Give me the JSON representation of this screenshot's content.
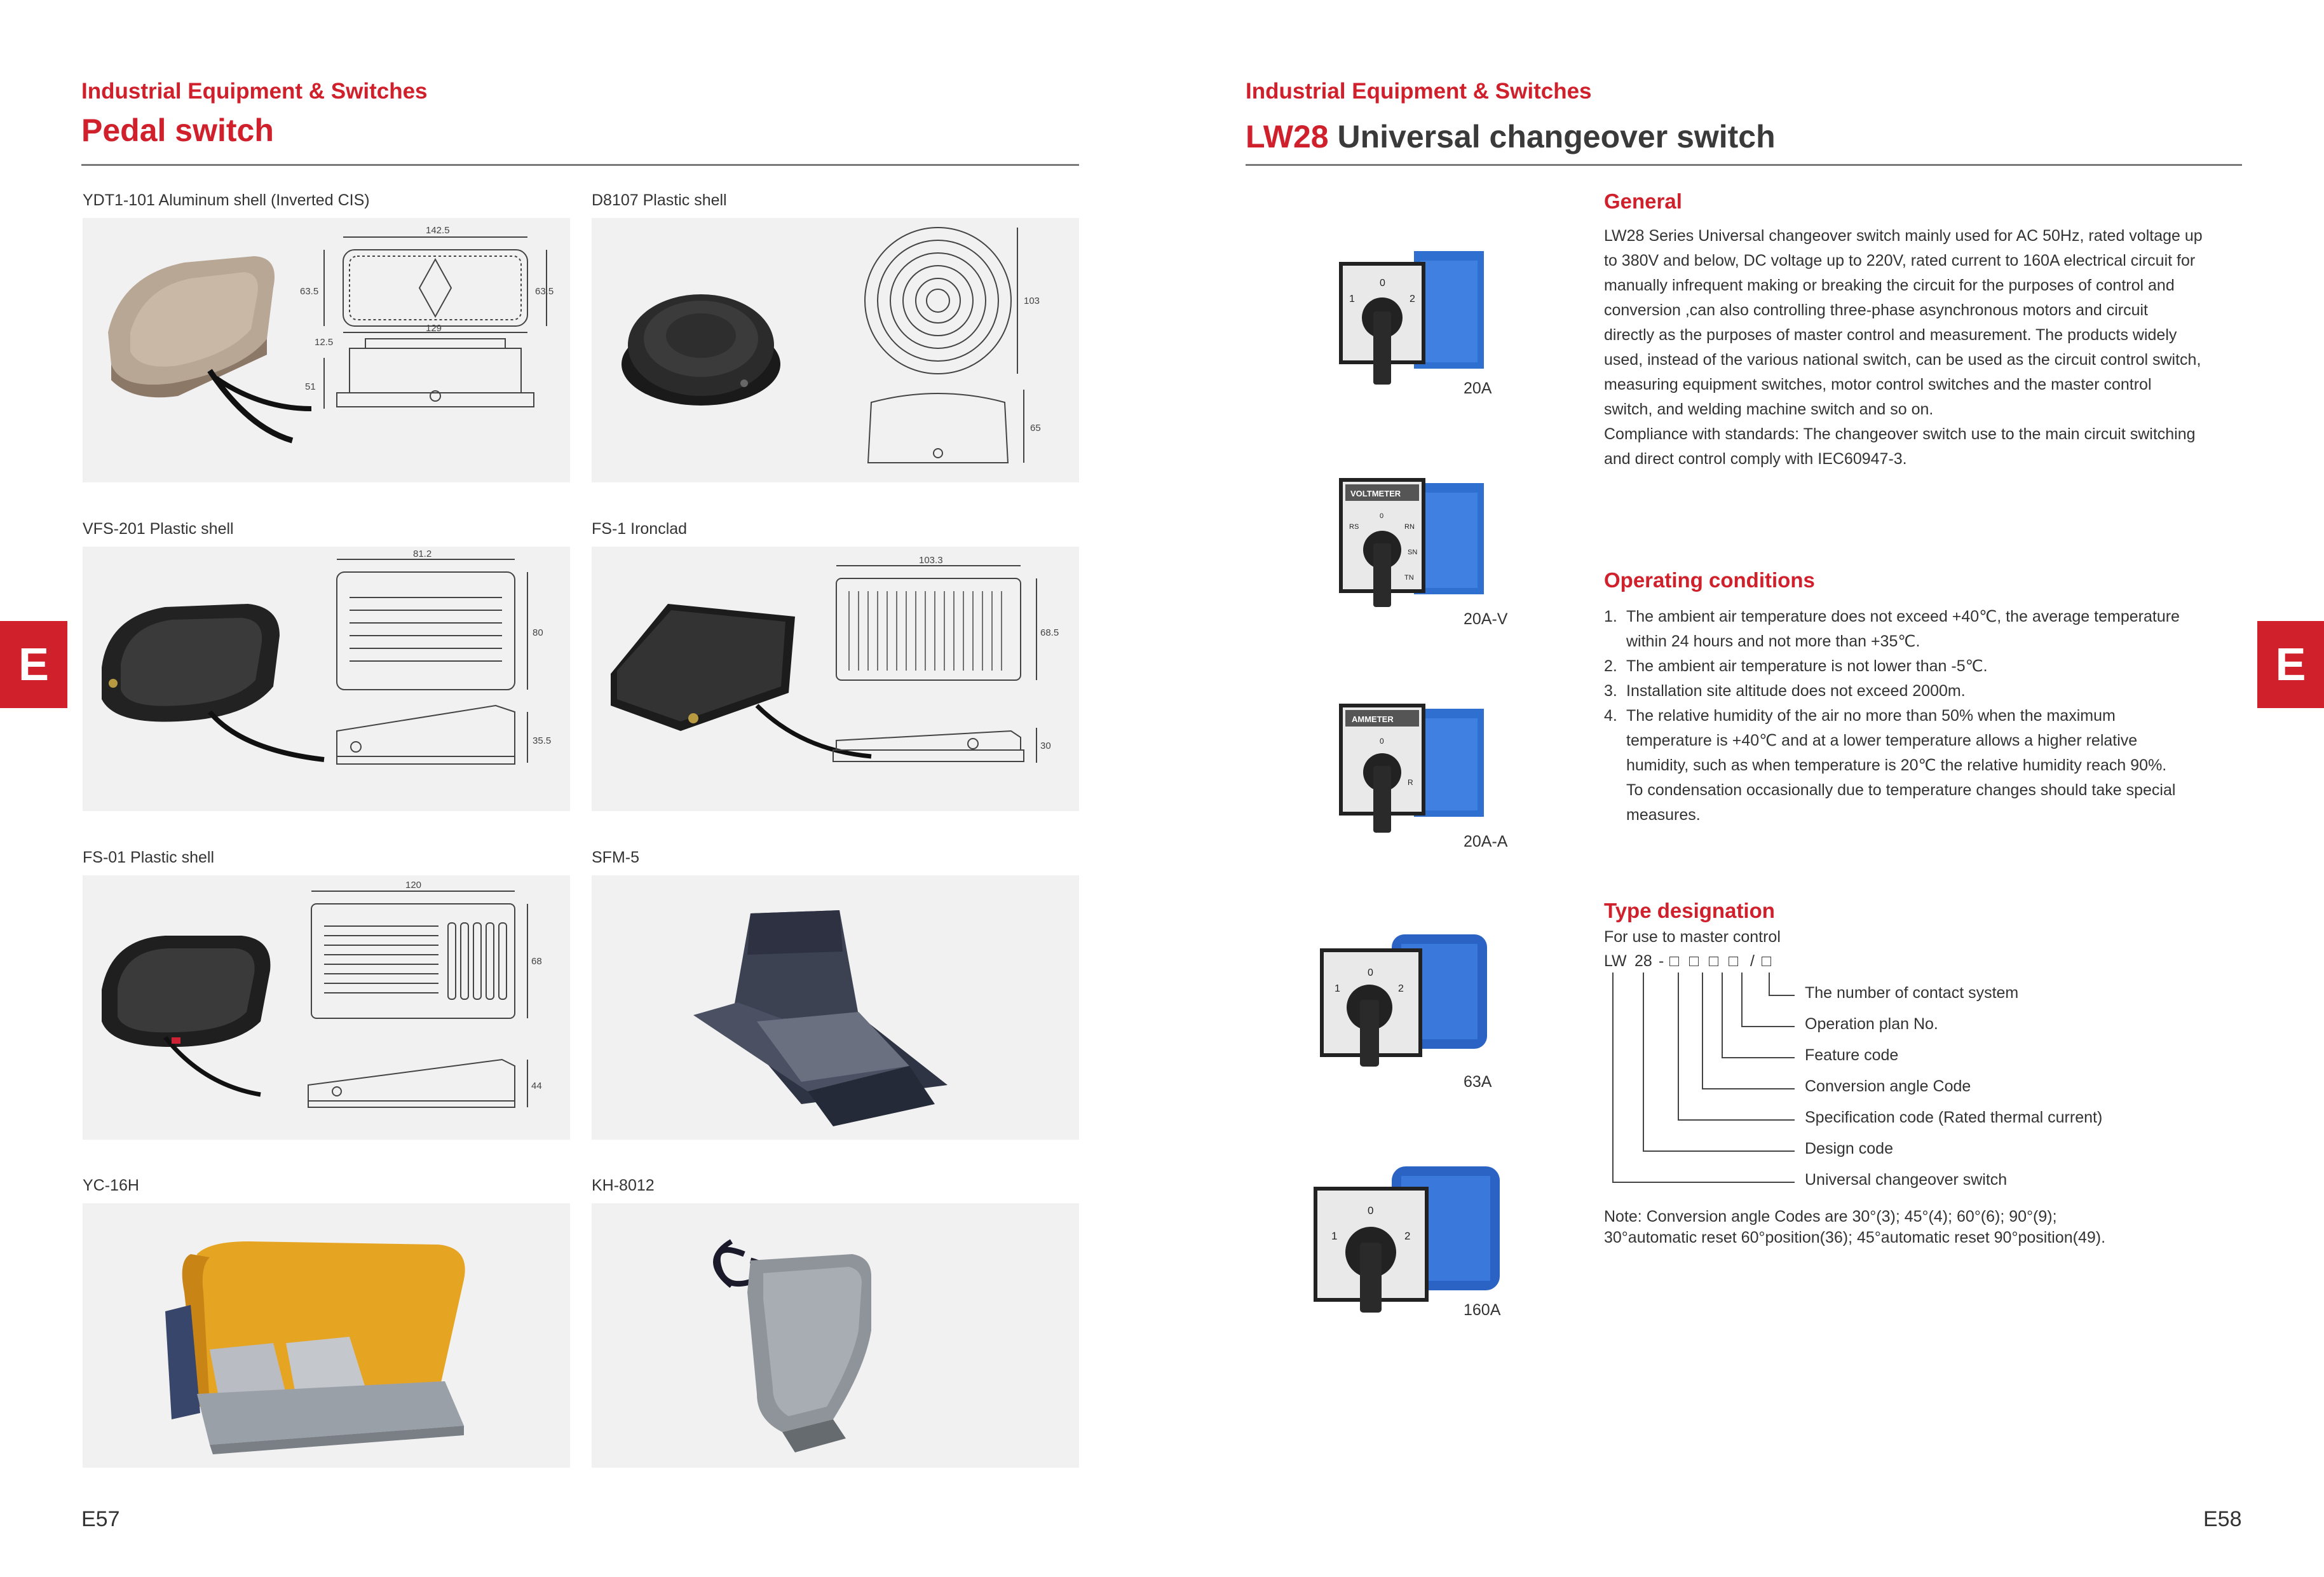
{
  "left": {
    "eyebrow": "Industrial Equipment & Switches",
    "title": "Pedal switch",
    "products": [
      {
        "caption": "YDT1-101 Aluminum shell (Inverted CIS)",
        "dims": [
          "142.5",
          "63.5",
          "63.5",
          "12.5",
          "129",
          "51"
        ]
      },
      {
        "caption": "D8107 Plastic shell",
        "dims": [
          "103",
          "65"
        ]
      },
      {
        "caption": "VFS-201 Plastic shell",
        "dims": [
          "81.2",
          "80",
          "35.5"
        ]
      },
      {
        "caption": "FS-1 Ironclad",
        "dims": [
          "103.3",
          "68.5",
          "30"
        ]
      },
      {
        "caption": "FS-01 Plastic shell",
        "dims": [
          "120",
          "68",
          "44"
        ]
      },
      {
        "caption": "SFM-5"
      },
      {
        "caption": "YC-16H"
      },
      {
        "caption": "KH-8012"
      }
    ],
    "page_number": "E57"
  },
  "right": {
    "eyebrow": "Industrial Equipment & Switches",
    "title_code": "LW28",
    "title_rest": "Universal changeover switch",
    "switches": [
      {
        "label": "20A",
        "plate": "",
        "marks": [
          "0",
          "1",
          "2"
        ]
      },
      {
        "label": "20A-V",
        "plate": "VOLTMETER",
        "marks": [
          "0",
          "RS",
          "RN",
          "SN",
          "TN"
        ]
      },
      {
        "label": "20A-A",
        "plate": "AMMETER",
        "marks": [
          "0",
          "R"
        ]
      },
      {
        "label": "63A",
        "plate": "",
        "marks": [
          "0",
          "1",
          "2"
        ]
      },
      {
        "label": "160A",
        "plate": "",
        "marks": [
          "0",
          "1",
          "2"
        ]
      }
    ],
    "general": {
      "heading": "General",
      "lines": [
        "LW28 Series Universal changeover switch mainly used for AC 50Hz, rated voltage up",
        "to 380V and below, DC voltage up to 220V, rated current to 160A electrical circuit for",
        "manually infrequent making or breaking the circuit for the purposes of control and",
        "conversion ,can also controlling three-phase asynchronous motors and circuit",
        "directly as the purposes of master control and measurement. The products widely",
        "used, instead of the various national switch, can be used as the circuit control switch,",
        "measuring equipment switches, motor control switches and the master control",
        "switch, and welding machine switch and so on.",
        "Compliance with standards: The changeover switch use to the main circuit switching",
        "and direct control comply with IEC60947-3."
      ]
    },
    "operating": {
      "heading": "Operating conditions",
      "items": [
        {
          "num": "1.",
          "lines": [
            "The ambient air temperature does not exceed +40℃, the average temperature",
            "within 24 hours and not more than +35℃."
          ]
        },
        {
          "num": "2.",
          "lines": [
            "The ambient air temperature is not lower than -5℃."
          ]
        },
        {
          "num": "3.",
          "lines": [
            "Installation site altitude does not exceed 2000m."
          ]
        },
        {
          "num": "4.",
          "lines": [
            "The relative humidity of the air no more than 50% when the maximum",
            "temperature is +40℃ and at a lower temperature allows a higher relative",
            "humidity, such as when temperature is 20℃ the relative humidity reach 90%.",
            "To condensation occasionally due to temperature changes should take special",
            "measures."
          ]
        }
      ]
    },
    "type": {
      "heading": "Type designation",
      "subheading": "For use to master control",
      "code_prefix": "LW",
      "code_series": "28",
      "code_dash": "-",
      "code_box": "□",
      "code_slash": "/",
      "labels": [
        "The number of contact system",
        "Operation plan No.",
        "Feature code",
        "Conversion angle Code",
        "Specification code (Rated thermal current)",
        "Design code",
        "Universal changeover switch"
      ],
      "note_lines": [
        "Note: Conversion angle Codes are 30°(3); 45°(4); 60°(6); 90°(9);",
        "30°automatic reset 60°position(36); 45°automatic reset 90°position(49)."
      ]
    },
    "page_number": "E58"
  },
  "side_tab": "E",
  "colors": {
    "accent": "#d0202b",
    "panel": "#f1f1f1",
    "rule": "#7a7a7a",
    "switch_blue": "#2f6fd0"
  }
}
